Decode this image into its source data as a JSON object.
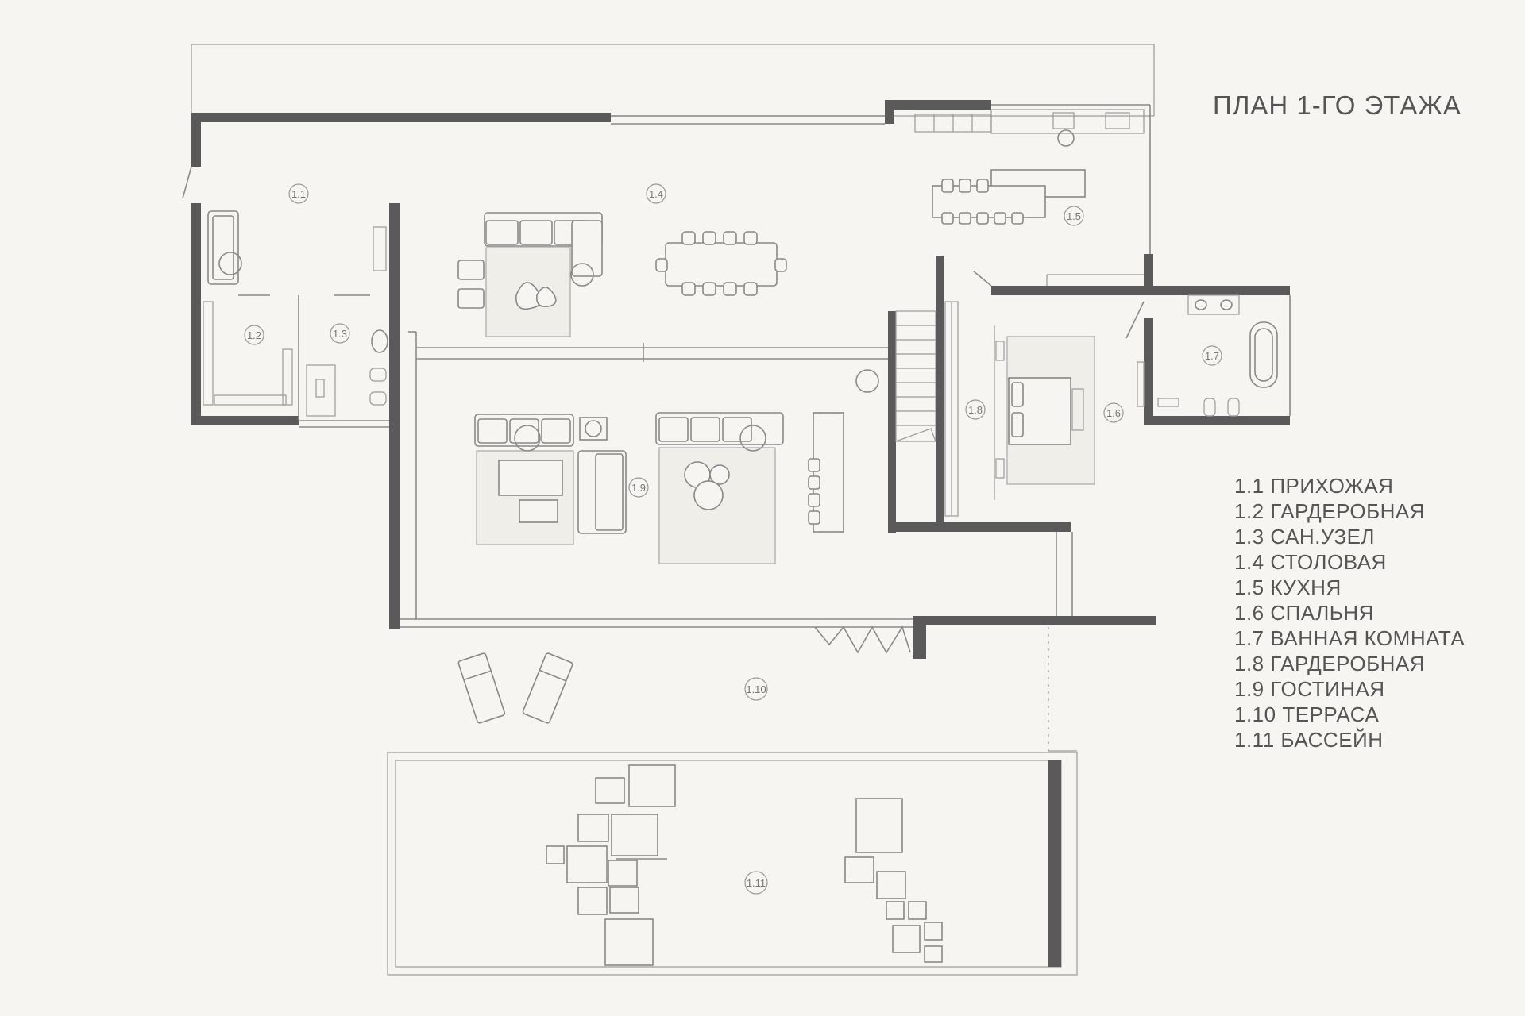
{
  "title": "ПЛАН 1-ГО ЭТАЖА",
  "legend": [
    "1.1 ПРИХОЖАЯ",
    "1.2 ГАРДЕРОБНАЯ",
    "1.3 САН.УЗЕЛ",
    "1.4 СТОЛОВАЯ",
    "1.5 КУХНЯ",
    "1.6 СПАЛЬНЯ",
    "1.7 ВАННАЯ КОМНАТА",
    "1.8 ГАРДЕРОБНАЯ",
    "1.9 ГОСТИНАЯ",
    "1.10 ТЕРРАСА",
    "1.11 БАССЕЙН"
  ],
  "room_tags": [
    "1.1",
    "1.2",
    "1.3",
    "1.4",
    "1.5",
    "1.6",
    "1.7",
    "1.8",
    "1.9",
    "1.10",
    "1.11"
  ],
  "colors": {
    "background": "#f6f5f1",
    "walls": "#5a5a5a",
    "lines": "#8a8a8a",
    "text": "#555555"
  }
}
